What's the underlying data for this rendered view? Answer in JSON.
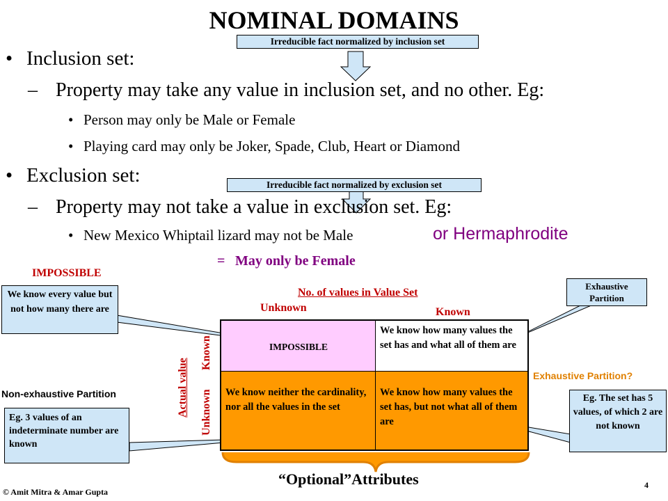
{
  "title": "NOMINAL DOMAINS",
  "callouts": {
    "inclusion": "Irreducible fact normalized by inclusion set",
    "exclusion": "Irreducible fact normalized by exclusion set"
  },
  "bullets": {
    "inclusion_head": "Inclusion set:",
    "inclusion_sub": "Property may take any value in inclusion set, and no other. Eg:",
    "inclusion_ex1": "Person may only be Male or Female",
    "inclusion_ex2": "Playing card may only be Joker, Spade, Club, Heart or Diamond",
    "exclusion_head": "Exclusion set:",
    "exclusion_sub": "Property may not take a value in exclusion set. Eg:",
    "exclusion_ex1": "New Mexico Whiptail lizard may not be Male",
    "exclusion_ex1_suffix": "or Hermaphrodite",
    "equals": "=",
    "may_only": "May only be Female"
  },
  "diagram": {
    "impossible_label": "IMPOSSIBLE",
    "no_of_values_label": "No. of values in Value Set",
    "col_unknown": "Unknown",
    "col_known": "Known",
    "row_axis_label": "Actual value",
    "row_known": "Known",
    "row_unknown": "Unknown",
    "cell_tl": "IMPOSSIBLE",
    "cell_tr": "We know how many values the set has and what all of them are",
    "cell_bl": "We know neither the cardinality, nor all the values in the set",
    "cell_br": "We know how many values the set has, but not what all of them are",
    "note_every_value": "We know every value but not how many there are",
    "note_exhaustive": "Exhaustive Partition",
    "note_exhaustive_q": "Exhaustive Partition?",
    "note_non_exhaustive": "Non-exhaustive Partition",
    "note_eg3": "Eg. 3 values of an indeterminate number are known",
    "note_eg5": "Eg. The set has 5 values, of which 2 are not known",
    "optional_attrs": "“Optional”Attributes"
  },
  "footer": {
    "copyright": "© Amit Mitra & Amar Gupta",
    "page": "4"
  },
  "colors": {
    "callout_bg": "#cfe6f7",
    "impossible_cell": "#ffccff",
    "orange_cell": "#ff9900",
    "label_red": "#c00000",
    "label_orange": "#e08000",
    "purple": "#800080"
  }
}
